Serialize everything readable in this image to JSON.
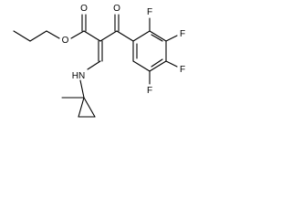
{
  "molecule": {
    "atoms": {
      "carbonyl_o": "O",
      "ester_o": "O",
      "ketone_o": "O",
      "nh": "HN",
      "f_top": "F",
      "f_upper_right": "F",
      "f_lower_right": "F",
      "f_bottom": "F"
    }
  }
}
